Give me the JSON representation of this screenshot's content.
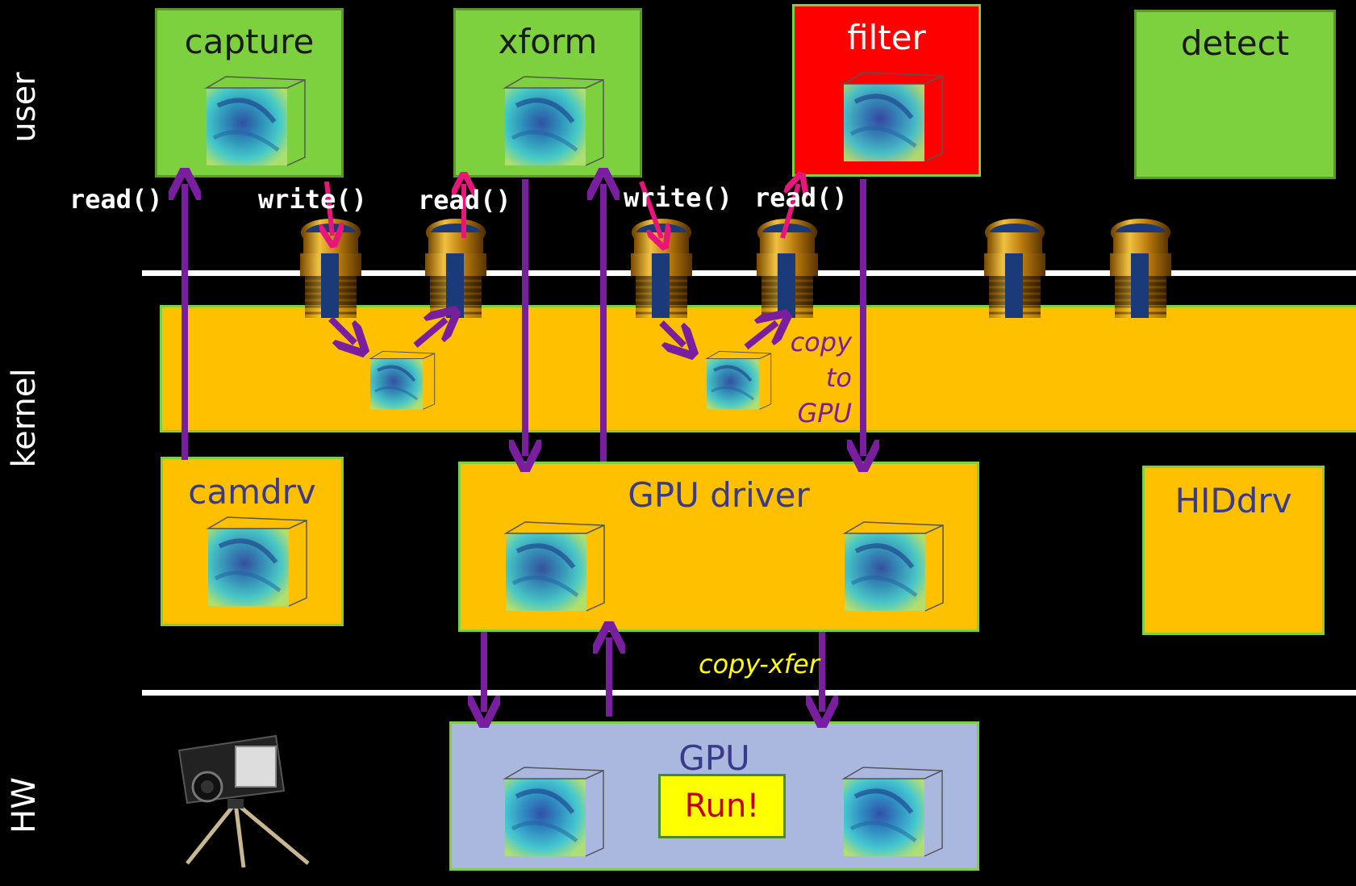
{
  "layers": {
    "user": "user",
    "kernel": "kernel",
    "hw": "HW"
  },
  "user_processes": {
    "capture": "capture",
    "xform": "xform",
    "filter": "filter",
    "detect": "detect"
  },
  "kernel_modules": {
    "camdrv": "camdrv",
    "gpu_driver": "GPU driver",
    "hiddrv": "HIDdrv"
  },
  "hardware": {
    "gpu": "GPU",
    "run_button": "Run!"
  },
  "syscalls": {
    "read1": "read()",
    "write1": "write()",
    "read2": "read()",
    "write2": "write()",
    "read3": "read()"
  },
  "annotations": {
    "copy_to_gpu": [
      "copy",
      "to",
      "GPU"
    ],
    "copy_xfer": "copy-xfer"
  },
  "colors": {
    "user_box": "#7ed13e",
    "filter_box": "#ff0000",
    "kernel": "#ffc000",
    "gpu": "#aab8e0",
    "arrow_purple": "#7a1ea0",
    "arrow_pink": "#e8157a"
  },
  "icons": [
    "volume-cube-icon",
    "pipe-fitting-icon",
    "camera-icon"
  ]
}
